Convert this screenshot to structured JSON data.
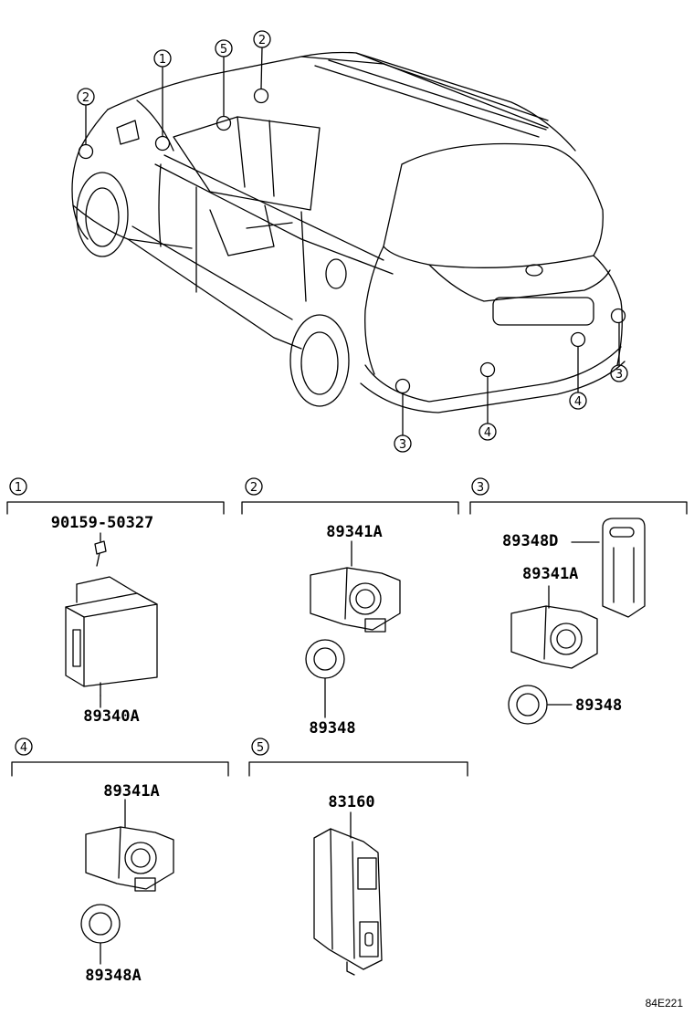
{
  "callouts": {
    "c1": "1",
    "c2": "2",
    "c3": "3",
    "c4": "4",
    "c5": "5"
  },
  "sections": [
    {
      "number": "1",
      "parts": [
        "90159-50327",
        "89340A"
      ]
    },
    {
      "number": "2",
      "parts": [
        "89341A",
        "89348"
      ]
    },
    {
      "number": "3",
      "parts": [
        "89348D",
        "89341A",
        "89348"
      ]
    },
    {
      "number": "4",
      "parts": [
        "89341A",
        "89348A"
      ]
    },
    {
      "number": "5",
      "parts": [
        "83160"
      ]
    }
  ],
  "diagram_code": "84E221"
}
